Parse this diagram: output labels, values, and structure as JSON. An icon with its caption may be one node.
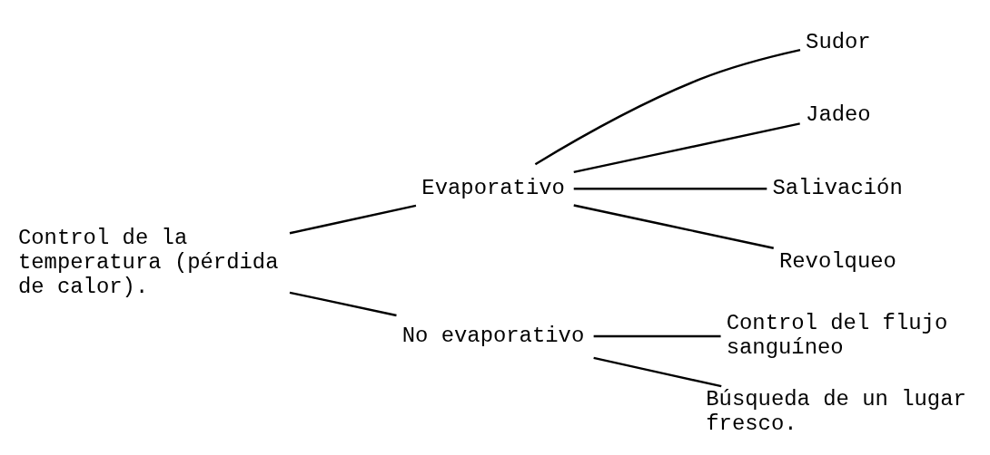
{
  "diagram": {
    "nodes": [
      {
        "text": [
          "Control de la temperatura (pérdida de calor)."
        ]
      },
      {
        "text": [
          "Evaporativo"
        ]
      },
      {
        "text": [
          "No evaporativo"
        ]
      },
      {
        "text": [
          "Sudor"
        ]
      },
      {
        "text": [
          "Jadeo"
        ]
      },
      {
        "text": [
          "Salivación"
        ]
      },
      {
        "text": [
          "Revolqueo"
        ]
      },
      {
        "text": [
          "Control del flujo sanguíneo"
        ]
      },
      {
        "text": [
          "Búsqueda de un lugar fresco."
        ]
      }
    ],
    "edges": [
      {
        "from": 0,
        "to": 1,
        "arrow": "none"
      },
      {
        "from": 0,
        "to": 2,
        "arrow": "none"
      },
      {
        "from": 1,
        "to": 3,
        "arrow": "none"
      },
      {
        "from": 1,
        "to": 4,
        "arrow": "none"
      },
      {
        "from": 1,
        "to": 5,
        "arrow": "none"
      },
      {
        "from": 1,
        "to": 6,
        "arrow": "none"
      },
      {
        "from": 2,
        "to": 7,
        "arrow": "none"
      },
      {
        "from": 2,
        "to": 8,
        "arrow": "none"
      }
    ]
  }
}
